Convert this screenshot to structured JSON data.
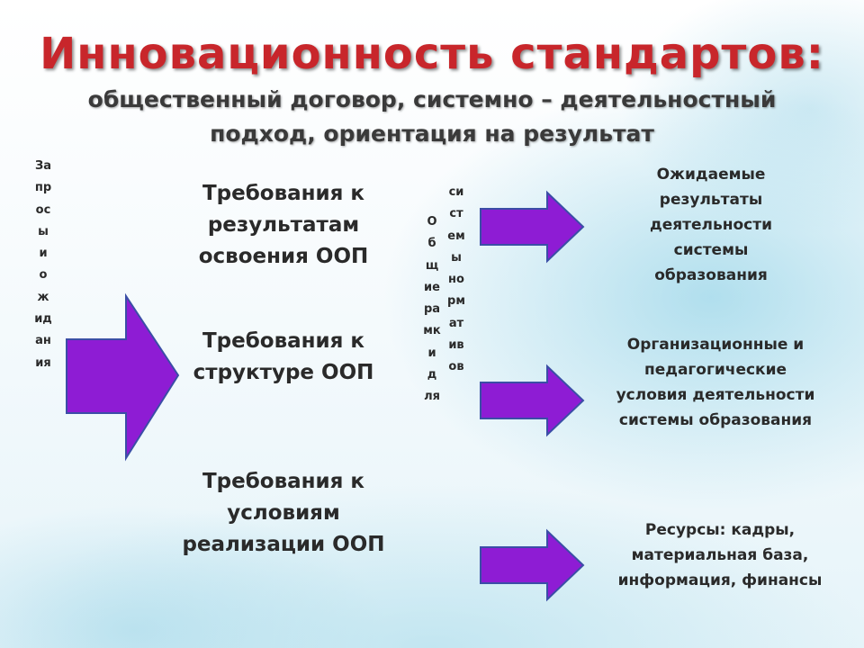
{
  "slide": {
    "title": "Инновационность стандартов:",
    "subtitle": "общественный договор, системно – деятельностный подход, ориентация на результат",
    "vertical_left": "Запросы и ожидания",
    "vertical_mid_a": "Общие рамки для",
    "vertical_mid_b": "системы норматив ов",
    "requirements": [
      "Требования к результатам освоения ООП",
      "Требования к структуре ООП",
      "Требования к условиям реализации ООП"
    ],
    "results": [
      "Ожидаемые результаты деятельности системы образования",
      "Организационные и педагогические условия деятельности системы образования",
      "Ресурсы: кадры, материальная база, информация, финансы"
    ],
    "colors": {
      "title": "#c8262b",
      "arrow_fill": "#8e1cd4",
      "arrow_stroke": "#3b4ea6"
    }
  }
}
